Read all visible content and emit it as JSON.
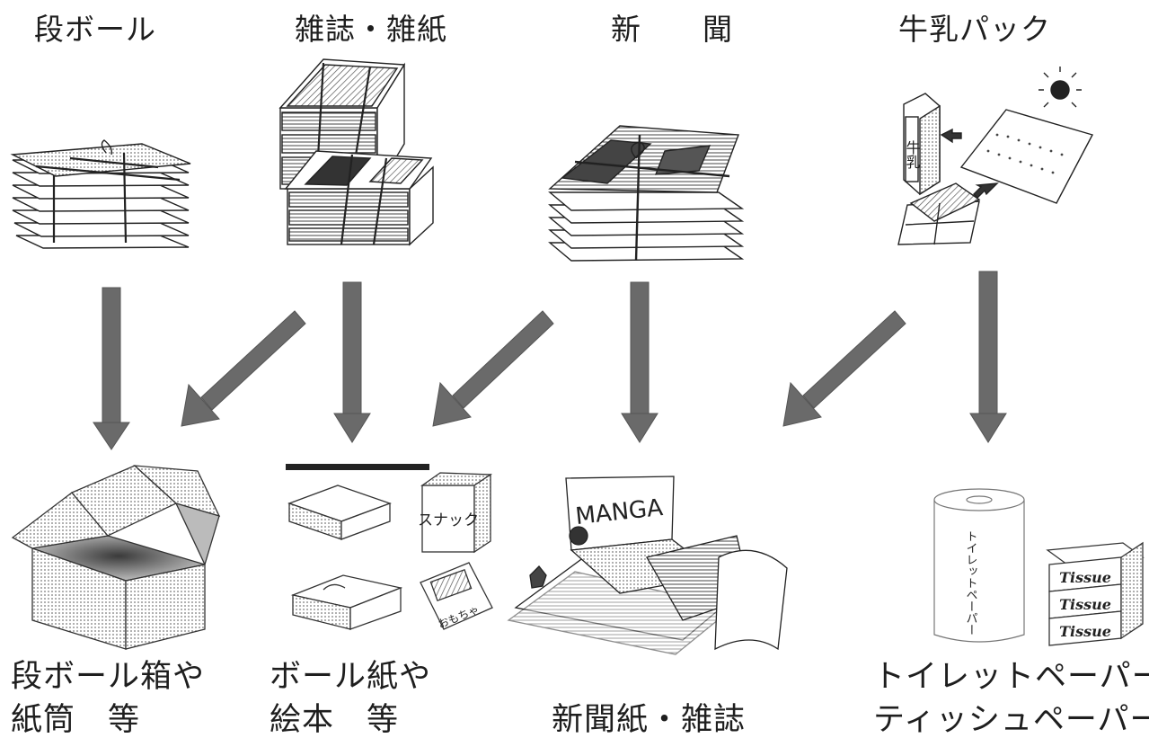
{
  "sources": [
    {
      "id": "cardboard",
      "label": "段ボール"
    },
    {
      "id": "magazines",
      "label": "雑誌・雑紙"
    },
    {
      "id": "newspaper",
      "label": "新　　聞"
    },
    {
      "id": "milk_carton",
      "label": "牛乳パック"
    }
  ],
  "products": [
    {
      "id": "boxes",
      "line1": "段ボール箱や",
      "line2": "紙筒　等"
    },
    {
      "id": "paperboard",
      "line1": "ボール紙や",
      "line2": "絵本　等"
    },
    {
      "id": "newsprint",
      "line1": "",
      "line2": "新聞紙・雑誌"
    },
    {
      "id": "tissue",
      "line1": "トイレットペーパー",
      "line2": "ティッシュペーパー"
    }
  ],
  "illustration_text": {
    "manga_cover": "MANGA",
    "milk_carton_label": "牛乳",
    "snack_box": "スナック",
    "toy_box": "おもちゃ",
    "tissue_box_1": "Tissue",
    "tissue_box_2": "Tissue",
    "tissue_box_3": "Tissue",
    "toilet_roll": "トイレットペーパー"
  },
  "arrows": [
    {
      "from": "cardboard",
      "to": "boxes"
    },
    {
      "from": "magazines",
      "to": "boxes"
    },
    {
      "from": "magazines",
      "to": "paperboard"
    },
    {
      "from": "newspaper",
      "to": "paperboard"
    },
    {
      "from": "newspaper",
      "to": "newsprint"
    },
    {
      "from": "milk_carton",
      "to": "newsprint"
    },
    {
      "from": "milk_carton",
      "to": "tissue"
    }
  ],
  "colors": {
    "arrow": "#6a6a6a",
    "ink": "#1e1e1e",
    "shade": "#9a9a9a"
  }
}
